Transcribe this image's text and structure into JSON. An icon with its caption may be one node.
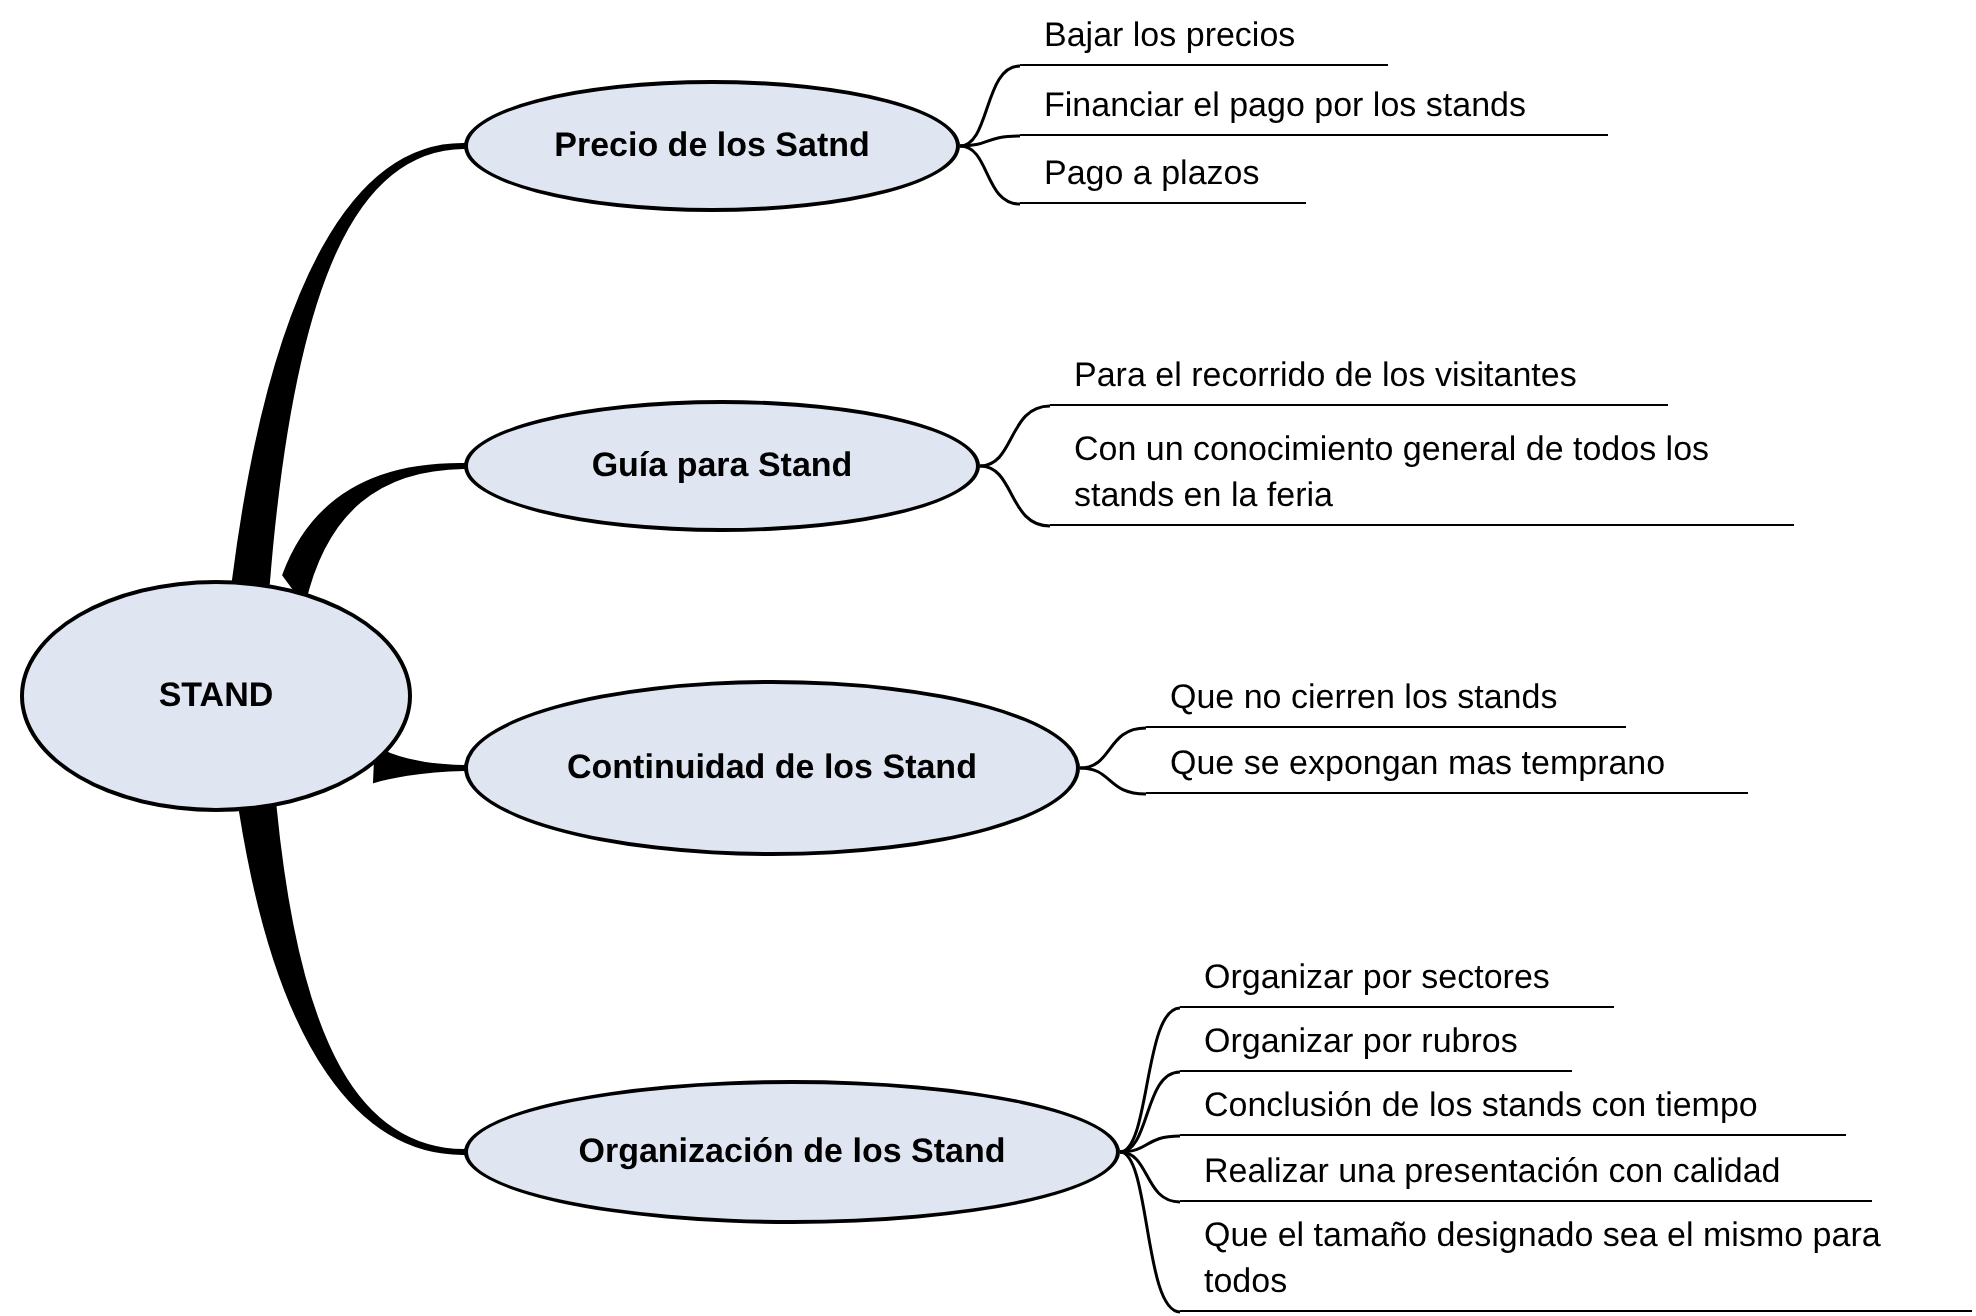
{
  "diagram": {
    "nodes": [
      {
        "text": [
          "STAND"
        ]
      },
      {
        "text": [
          "Precio de los Satnd"
        ]
      },
      {
        "text": [
          "Bajar los precios"
        ]
      },
      {
        "text": [
          "Financiar el pago por los stands"
        ]
      },
      {
        "text": [
          "Pago a plazos"
        ]
      },
      {
        "text": [
          "Guía para Stand"
        ]
      },
      {
        "text": [
          "Para el recorrido de los visitantes"
        ]
      },
      {
        "text": [
          "Con un conocimiento general de todos los stands en la feria"
        ]
      },
      {
        "text": [
          "Continuidad de los Stand"
        ]
      },
      {
        "text": [
          "Que no cierren los stands"
        ]
      },
      {
        "text": [
          "Que se expongan mas temprano"
        ]
      },
      {
        "text": [
          "Organización de los Stand"
        ]
      },
      {
        "text": [
          "Organizar por sectores"
        ]
      },
      {
        "text": [
          "Organizar por rubros"
        ]
      },
      {
        "text": [
          "Conclusión de los stands con tiempo"
        ]
      },
      {
        "text": [
          "Realizar una presentación con calidad"
        ]
      },
      {
        "text": [
          "Que el tamaño designado sea el mismo para todos"
        ]
      }
    ],
    "edges": [
      {
        "from": 0,
        "to": 1,
        "arrow": "none",
        "style": "thick"
      },
      {
        "from": 0,
        "to": 5,
        "arrow": "none",
        "style": "thick"
      },
      {
        "from": 0,
        "to": 8,
        "arrow": "none",
        "style": "thick"
      },
      {
        "from": 0,
        "to": 11,
        "arrow": "none",
        "style": "thick"
      },
      {
        "from": 1,
        "to": 2,
        "arrow": "none"
      },
      {
        "from": 1,
        "to": 3,
        "arrow": "none"
      },
      {
        "from": 1,
        "to": 4,
        "arrow": "none"
      },
      {
        "from": 5,
        "to": 6,
        "arrow": "none"
      },
      {
        "from": 5,
        "to": 7,
        "arrow": "none"
      },
      {
        "from": 8,
        "to": 9,
        "arrow": "none"
      },
      {
        "from": 8,
        "to": 10,
        "arrow": "none"
      },
      {
        "from": 11,
        "to": 12,
        "arrow": "none"
      },
      {
        "from": 11,
        "to": 13,
        "arrow": "none"
      },
      {
        "from": 11,
        "to": 14,
        "arrow": "none"
      },
      {
        "from": 11,
        "to": 15,
        "arrow": "none"
      },
      {
        "from": 11,
        "to": 16,
        "arrow": "none"
      }
    ]
  }
}
